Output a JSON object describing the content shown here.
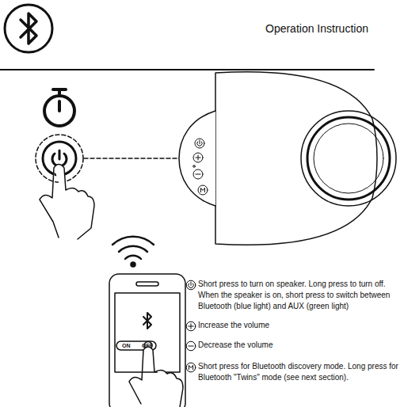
{
  "diagram": {
    "title": "Operation Instruction",
    "labels": [
      "ON",
      "OFF",
      "Short press to turn on speaker. Long press to turn off. When the speaker is on, short press to switch between Bluetooth (blue light) and AUX (green light)",
      "Increase the volume",
      "Decrease the volume",
      "Short press for Bluetooth discovery mode. Long press for Bluetooth \"Twins\" mode (see next section)."
    ]
  }
}
